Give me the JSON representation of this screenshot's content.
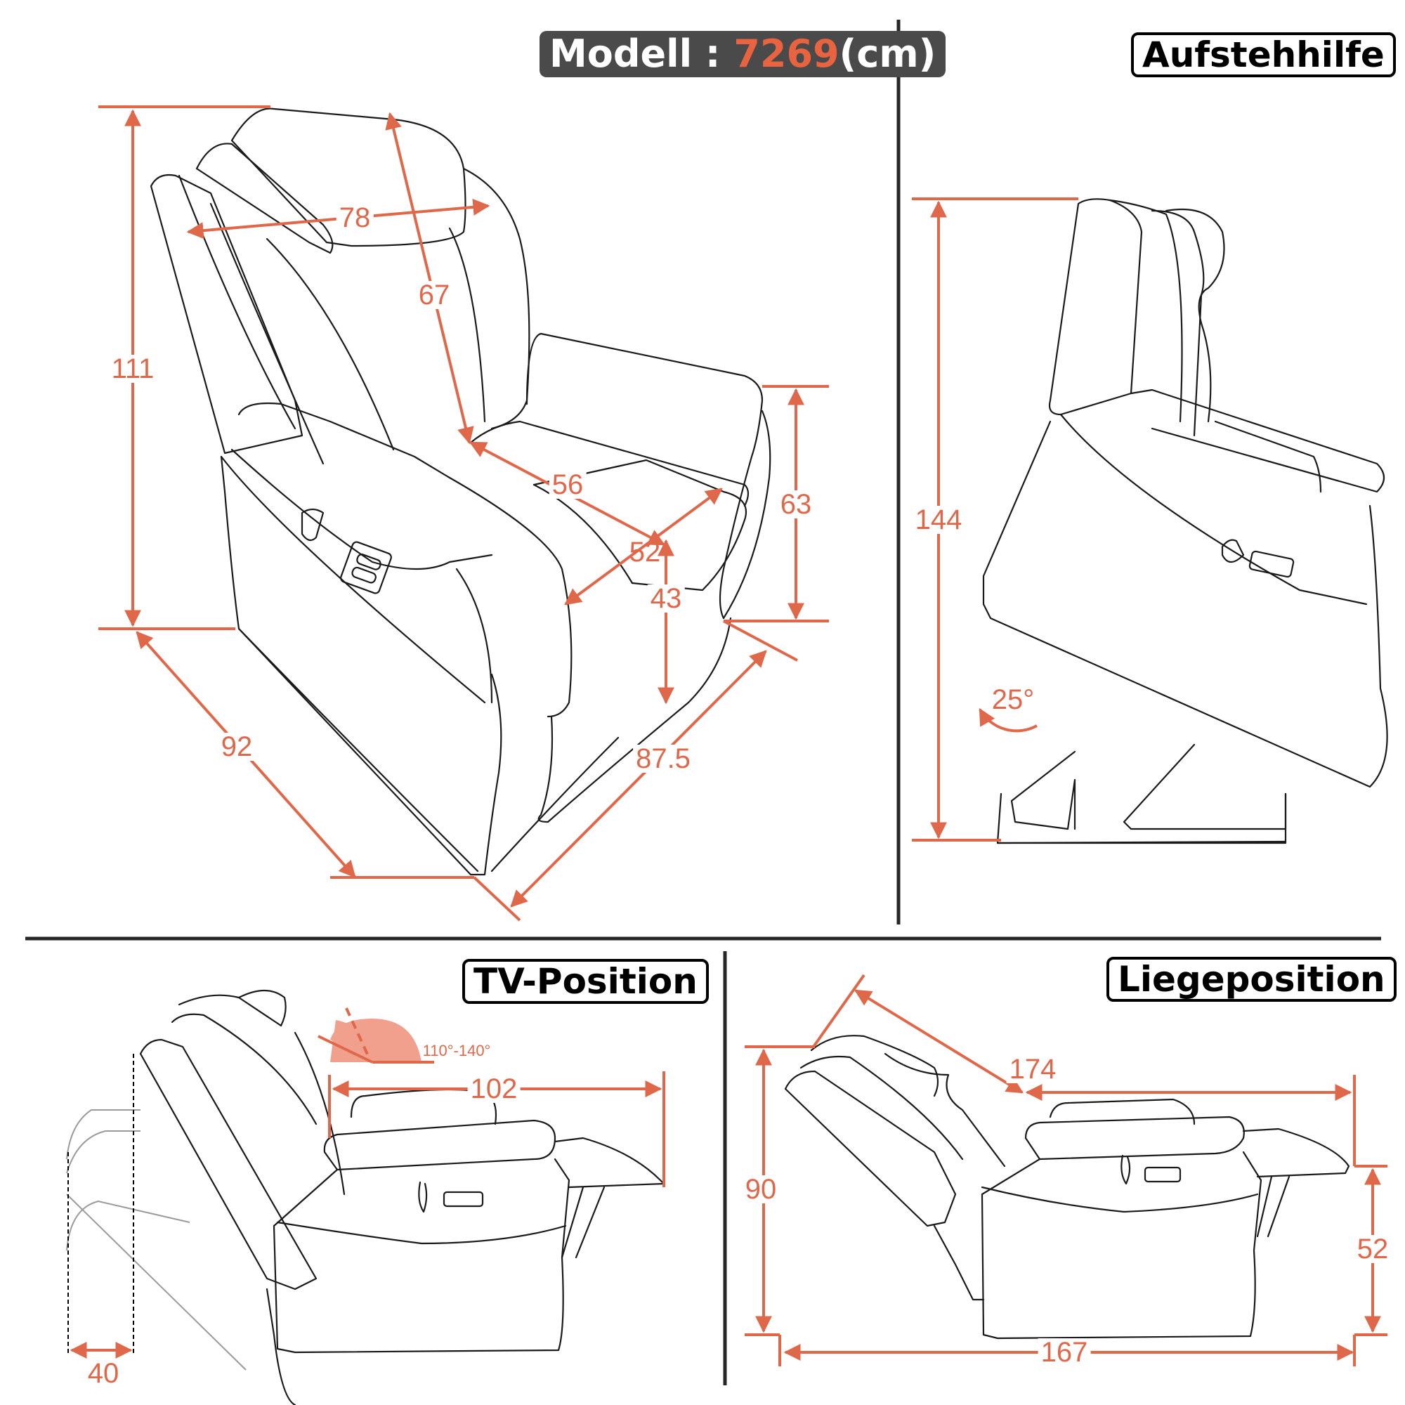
{
  "header": {
    "model_prefix": "Modell : ",
    "model_number": "7269",
    "unit": "(cm)"
  },
  "colors": {
    "accent": "#e8633f",
    "dimension_line": "#e0684a",
    "badge_bg": "#4a4a4a",
    "line_art": "#1a1a1a",
    "angle_fill": "#f0a08c"
  },
  "panels": {
    "front_view": {
      "dimensions": {
        "total_height": "111",
        "width": "78",
        "backrest_height": "67",
        "seat_depth": "56",
        "seat_width": "52",
        "seat_height": "43",
        "armrest_height": "63",
        "depth_left": "92",
        "depth_right": "87.5"
      }
    },
    "lift_view": {
      "label": "Aufstehhilfe",
      "dimensions": {
        "height": "144",
        "tilt_angle": "25°"
      }
    },
    "tv_view": {
      "label": "TV-Position",
      "dimensions": {
        "length": "102",
        "back_clearance": "40",
        "recline_range": "110°-140°"
      }
    },
    "recline_view": {
      "label": "Liegeposition",
      "dimensions": {
        "diagonal": "174",
        "height": "90",
        "footrest_height": "52",
        "length": "167"
      }
    }
  }
}
